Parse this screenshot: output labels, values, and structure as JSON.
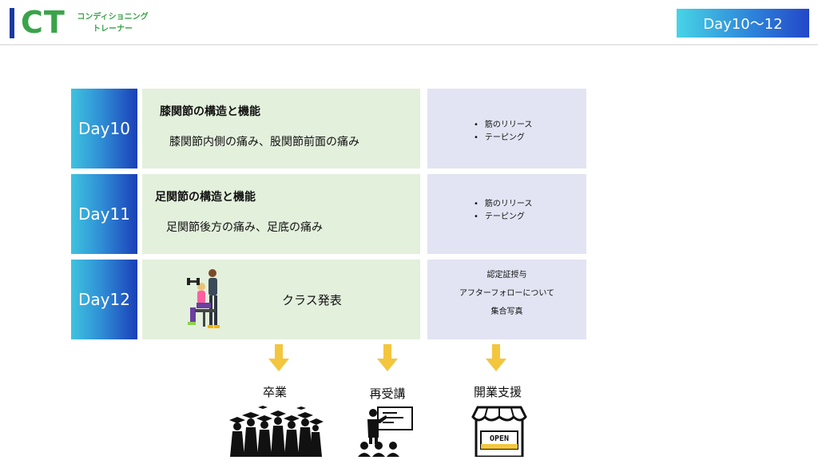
{
  "header": {
    "logo": "CT",
    "logo_sub_1": "コンディショニング",
    "logo_sub_2": "トレーナー",
    "day_range": "Day10〜12"
  },
  "rows": [
    {
      "day": "Day10",
      "title": "膝関節の構造と機能",
      "desc": "膝関節内側の痛み、股関節前面の痛み",
      "side": [
        "筋のリリース",
        "テーピング"
      ]
    },
    {
      "day": "Day11",
      "title": "足関節の構造と機能",
      "desc": "足関節後方の痛み、足底の痛み",
      "side": [
        "筋のリリース",
        "テーピング"
      ]
    },
    {
      "day": "Day12",
      "label": "クラス発表",
      "side": [
        "認定証授与",
        "アフターフォローについて",
        "集合写真"
      ]
    }
  ],
  "outcomes": [
    {
      "label": "卒業",
      "icon": "graduates-icon"
    },
    {
      "label": "再受講",
      "icon": "lecture-icon"
    },
    {
      "label": "開業支援",
      "icon": "shop-open-icon",
      "sign": "OPEN"
    }
  ],
  "colors": {
    "accent_green": "#3aa34a",
    "arrow": "#f3c63d",
    "main_cell": "#e3f0dc",
    "side_cell": "#e2e4f3"
  }
}
